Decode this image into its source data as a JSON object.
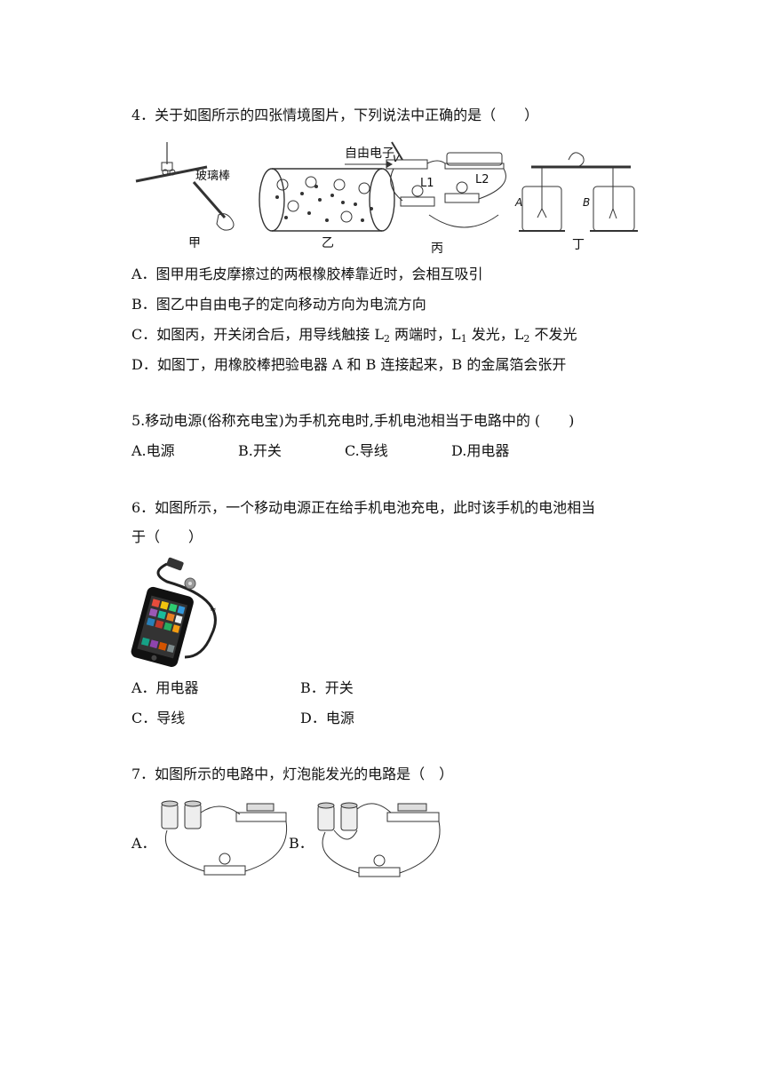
{
  "q4": {
    "stem": "4．关于如图所示的四张情境图片，下列说法中正确的是（　　）",
    "figure": {
      "glass_rod_label": "玻璃棒",
      "free_electron_label": "自由电子",
      "v_label": "v",
      "l1_label": "L1",
      "l2_label": "L2",
      "a_label": "A",
      "b_label": "B",
      "captions": [
        "甲",
        "乙",
        "丙",
        "丁"
      ]
    },
    "options": {
      "a": "A．图甲用毛皮摩擦过的两根橡胶棒靠近时，会相互吸引",
      "b": "B．图乙中自由电子的定向移动方向为电流方向",
      "c_1": "C．如图丙，开关闭合后，用导线触接 L",
      "c_sub1": "2",
      "c_2": " 两端时，L",
      "c_sub2": "1",
      "c_3": " 发光，L",
      "c_sub3": "2",
      "c_4": " 不发光",
      "d": "D．如图丁，用橡胶棒把验电器 A 和 B 连接起来，B 的金属箔会张开"
    }
  },
  "q5": {
    "stem": "5.移动电源(俗称充电宝)为手机充电时,手机电池相当于电路中的 (　　)",
    "options": [
      "A.电源",
      "B.开关",
      "C.导线",
      "D.用电器"
    ]
  },
  "q6": {
    "stem_line1": "6．如图所示，一个移动电源正在给手机电池充电，此时该手机的电池相当",
    "stem_line2": "于（　　）",
    "options": [
      "A．用电器",
      "B．开关",
      "C．导线",
      "D．电源"
    ]
  },
  "q7": {
    "stem": "7．如图所示的电路中，灯泡能发光的电路是（　）",
    "option_a": "A．",
    "option_b": "B．"
  }
}
